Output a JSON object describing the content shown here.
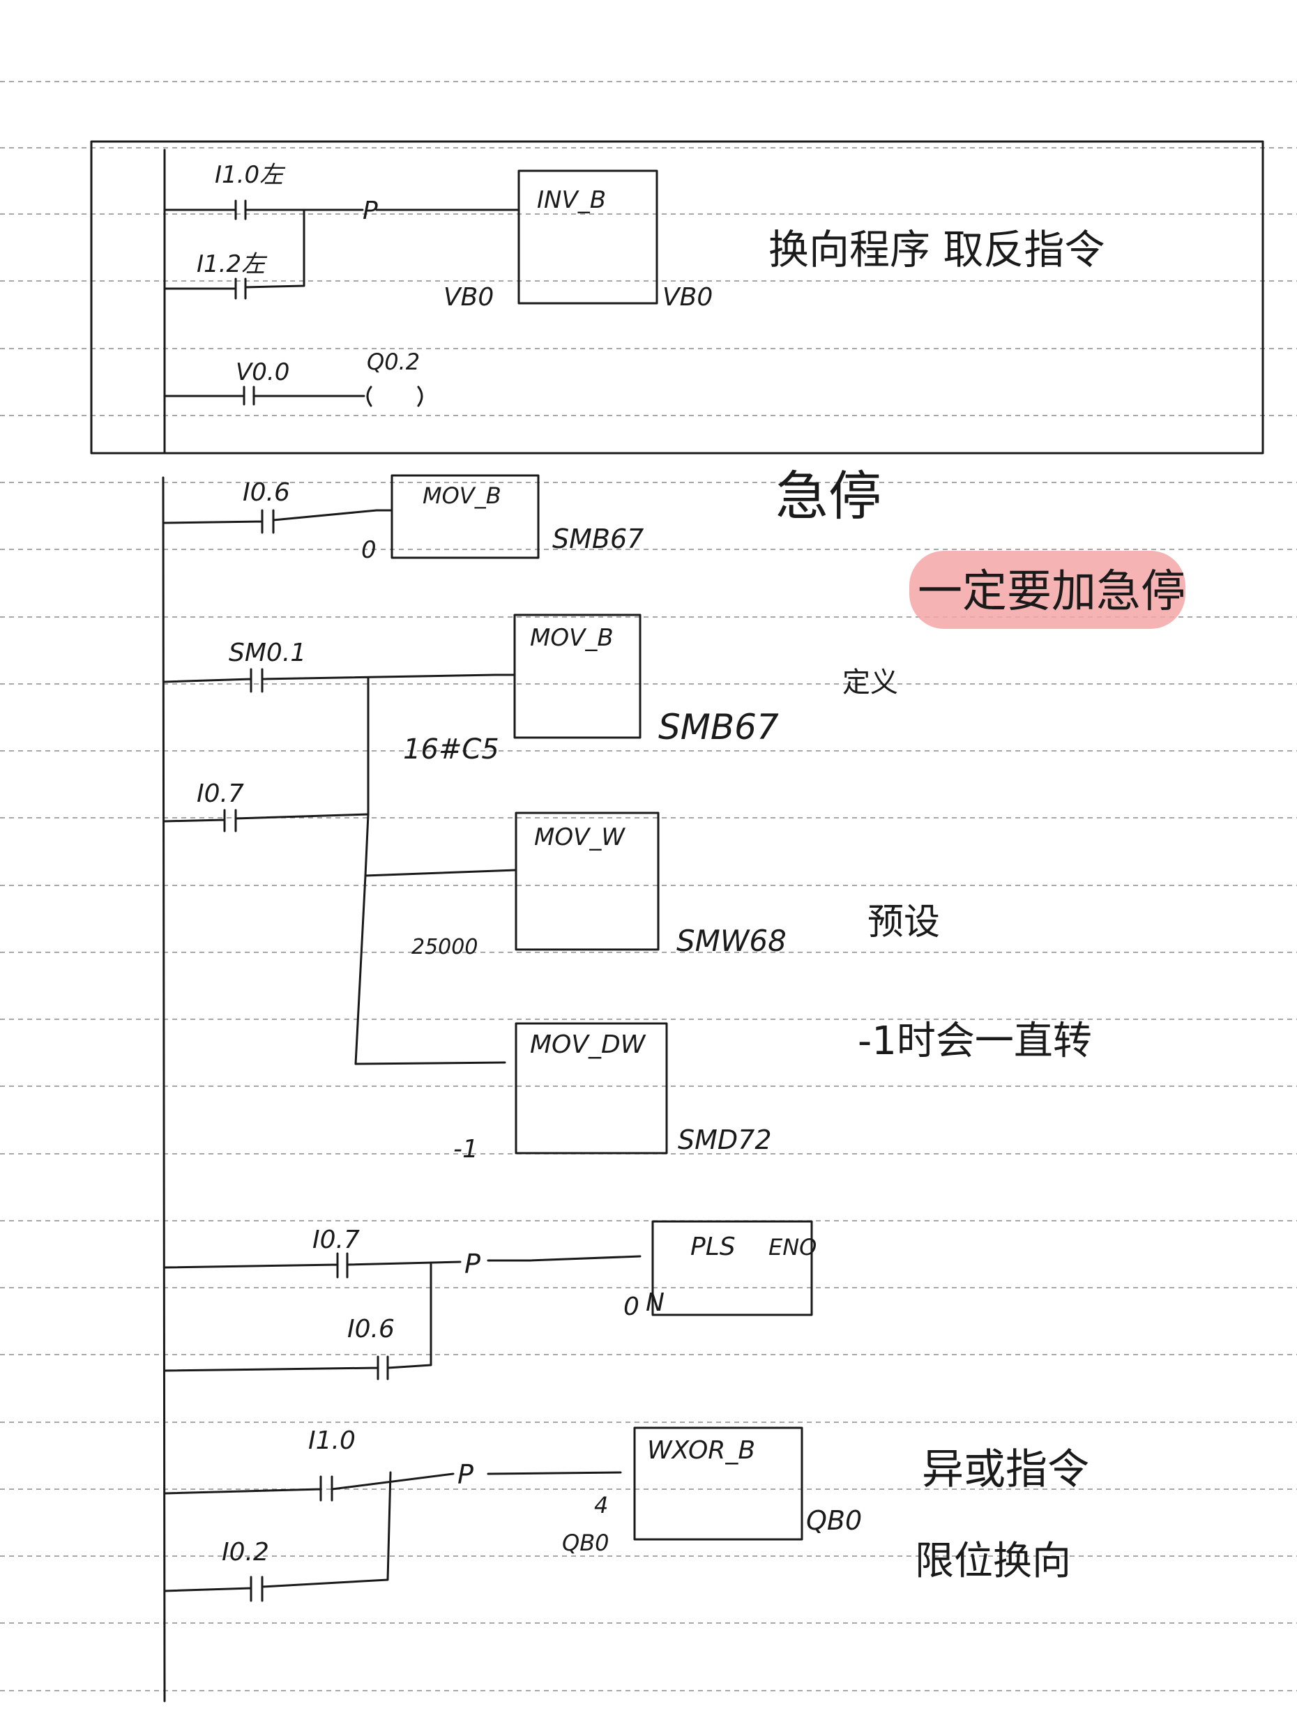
{
  "rung1": {
    "contact_a": "I1.0左",
    "contact_b": "I1.2左",
    "edge": "P",
    "box_title": "INV_B",
    "in_operand": "VB0",
    "out_operand": "VB0",
    "contact_c": "V0.0",
    "coil": "Q0.2",
    "note": "换向程序 取反指令"
  },
  "rung2": {
    "contact": "I0.6",
    "box_title": "MOV_B",
    "in_operand": "0",
    "out_operand": "SMB67",
    "note": "急停",
    "highlight_note": "一定要加急停"
  },
  "rung3": {
    "contact_a": "SM0.1",
    "contact_b": "I0.7",
    "box1_title": "MOV_B",
    "box1_in": "16#C5",
    "box1_out": "SMB67",
    "box1_note": "定义",
    "box2_title": "MOV_W",
    "box2_in": "25000",
    "box2_out": "SMW68",
    "box2_note": "预设",
    "box3_title": "MOV_DW",
    "box3_in": "-1",
    "box3_out": "SMD72",
    "box3_note": "-1时会一直转"
  },
  "rung4": {
    "contact_a": "I0.7",
    "contact_b": "I0.6",
    "edge": "P",
    "box_title": "PLS",
    "box_eno": "ENO",
    "box_in": "0",
    "box_pin": "N"
  },
  "rung5": {
    "contact_a": "I1.0",
    "contact_b": "I0.2",
    "edge": "P",
    "box_title": "WXOR_B",
    "in1": "4",
    "in2": "QB0",
    "out": "QB0",
    "note1": "异或指令",
    "note2": "限位换向"
  }
}
